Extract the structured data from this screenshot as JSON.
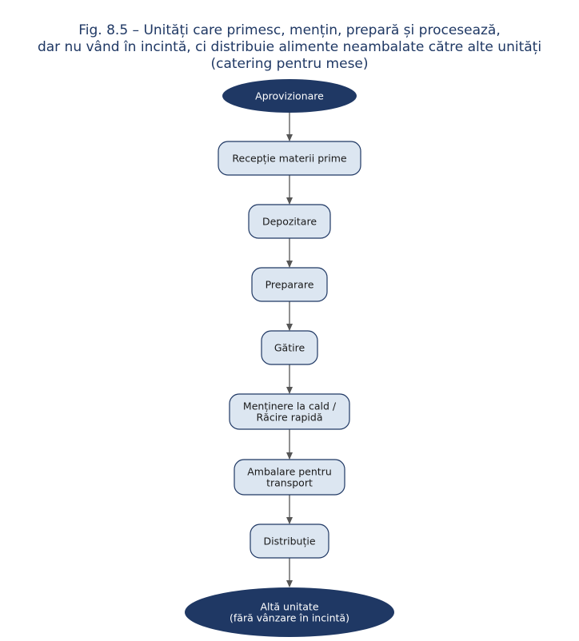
{
  "figure": {
    "title_lines": [
      "Fig. 8.5 – Unități care primesc, mențin, prepară și procesează,",
      "dar nu vând în incintă, ci distribuie alimente neambalate către alte unități",
      "(catering pentru mese)"
    ]
  },
  "colors": {
    "title": "#1f3864",
    "terminal_fill": "#1f3864",
    "terminal_text": "#ffffff",
    "process_fill": "#dce6f1",
    "process_stroke": "#1f3864",
    "process_text": "#1a1a1a",
    "arrow": "#555555"
  },
  "nodes": [
    {
      "id": "aprovizionare",
      "kind": "terminal",
      "lines": [
        "Aprovizionare"
      ]
    },
    {
      "id": "receptie",
      "kind": "process",
      "lines": [
        "Recepție materii prime"
      ]
    },
    {
      "id": "depozitare",
      "kind": "process",
      "lines": [
        "Depozitare"
      ]
    },
    {
      "id": "preparare",
      "kind": "process",
      "lines": [
        "Preparare"
      ]
    },
    {
      "id": "gatire",
      "kind": "process",
      "lines": [
        "Gătire"
      ]
    },
    {
      "id": "mentinere",
      "kind": "process",
      "lines": [
        "Menținere la cald /",
        "Răcire rapidă"
      ]
    },
    {
      "id": "ambalare",
      "kind": "process",
      "lines": [
        "Ambalare pentru",
        "transport"
      ]
    },
    {
      "id": "distributie",
      "kind": "process",
      "lines": [
        "Distribuție"
      ]
    },
    {
      "id": "alta-unitate",
      "kind": "terminal",
      "lines": [
        "Altă unitate",
        "(fără vânzare în incintă)"
      ]
    }
  ],
  "edges": [
    [
      "aprovizionare",
      "receptie"
    ],
    [
      "receptie",
      "depozitare"
    ],
    [
      "depozitare",
      "preparare"
    ],
    [
      "preparare",
      "gatire"
    ],
    [
      "gatire",
      "mentinere"
    ],
    [
      "mentinere",
      "ambalare"
    ],
    [
      "ambalare",
      "distributie"
    ],
    [
      "distributie",
      "alta-unitate"
    ]
  ]
}
